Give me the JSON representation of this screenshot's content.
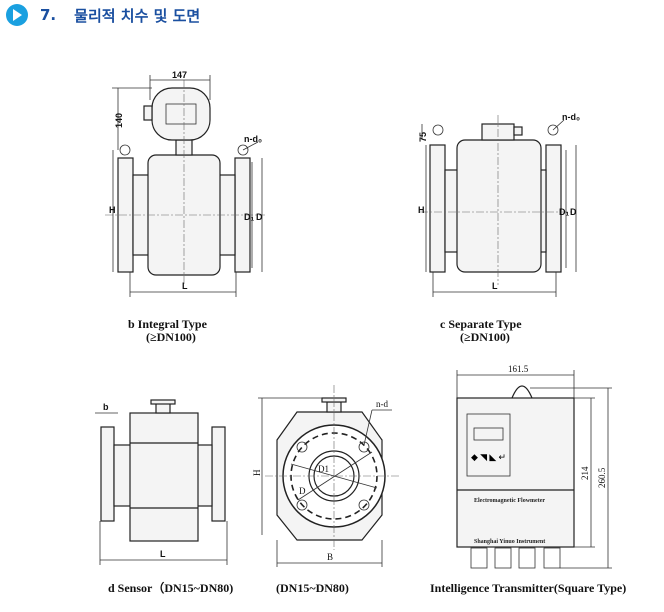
{
  "header": {
    "number": "7.",
    "title": "물리적 치수 및 도면",
    "icon": "arrow-right-circle-icon",
    "accent": "#1aa0e0",
    "title_color": "#1a4fa0"
  },
  "integral": {
    "caption": "b  Integral Type",
    "range": "(≥DN100)",
    "dim_width": "147",
    "dim_height_head": "140",
    "holes": "n-d₀",
    "H": "H",
    "L": "L",
    "D1": "D₁",
    "D": "D"
  },
  "separate": {
    "caption": "c  Separate Type",
    "range": "(≥DN100)",
    "dim_height_box": "75",
    "holes": "n-d₀",
    "H": "H",
    "L": "L",
    "D1": "D₁",
    "D": "D"
  },
  "sensor": {
    "caption": "d  Sensor（DN15~DN80)",
    "b": "b",
    "L": "L"
  },
  "flange": {
    "caption": "(DN15~DN80)",
    "holes": "n-d",
    "H": "H",
    "B": "B",
    "D1": "D1",
    "D": "D"
  },
  "transmitter": {
    "caption": "Intelligence Transmitter(Square Type)",
    "width": "161.5",
    "height_body": "214",
    "height_total": "260.5",
    "label_product": "Electromagnetic Flowmeter",
    "label_maker": "Shanghai Yinuo Instrument"
  }
}
